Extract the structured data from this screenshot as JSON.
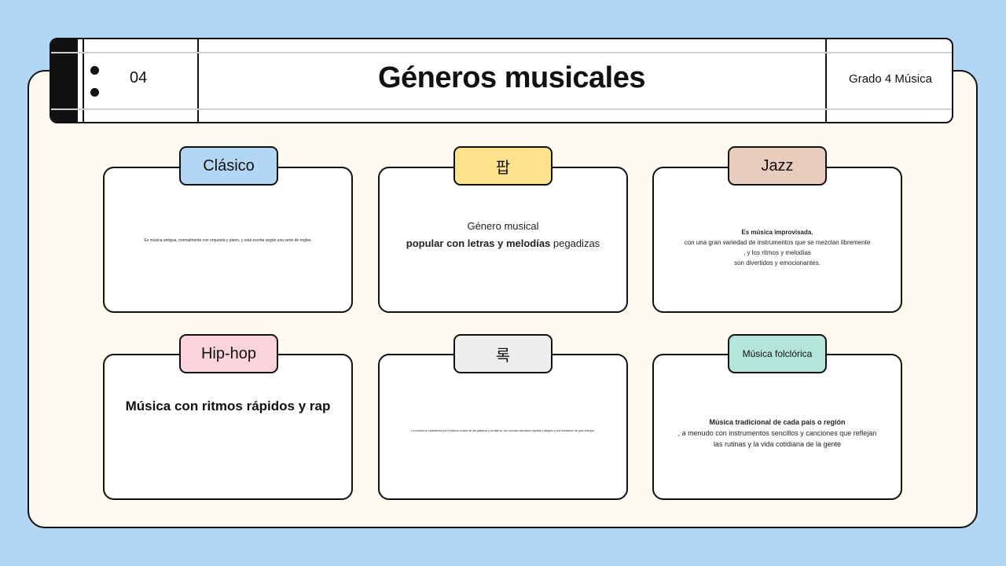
{
  "header": {
    "page_number": "04",
    "title": "Géneros musicales",
    "subject": "Grado 4 Música"
  },
  "cards": [
    {
      "tab": "Clásico",
      "tab_color": "#b3d6f5",
      "line1": "Es música antigua, normalmente con orquesta y piano, y está escrita según una serie de reglas."
    },
    {
      "tab": "팝",
      "tab_color": "#fde28c",
      "line1": "Género musical",
      "line2_bold": "popular con letras y melodías",
      "line2_rest": " pegadizas"
    },
    {
      "tab": "Jazz",
      "tab_color": "#e8cdbf",
      "line1_bold": "Es música improvisada",
      "line1_rest": ",",
      "line2": "con una gran variedad de instrumentos que se mezclan libremente",
      "line3": ", y los ritmos y melodías",
      "line4": "son divertidos y emocionantes."
    },
    {
      "tab": "Hip-hop",
      "tab_color": "#fbd3dd",
      "line1": "Música con ritmos rápidos y rap"
    },
    {
      "tab": "록",
      "tab_color": "#eeeeee",
      "line1": "La música se caracteriza por el intenso sonido de las guitarras y la batería, con muchas canciones rápidas y alegres y una sensación de gran energía."
    },
    {
      "tab": "Música folclórica",
      "tab_color": "#b5e4db",
      "line1_bold": "Música tradicional de cada país o región",
      "line2": ", a menudo con instrumentos sencillos y canciones que reflejan",
      "line3": "las rutinas y la vida cotidiana de la gente"
    }
  ],
  "colors": {
    "background": "#b3d6f5",
    "panel": "#fffaf0",
    "outline": "#111111"
  }
}
